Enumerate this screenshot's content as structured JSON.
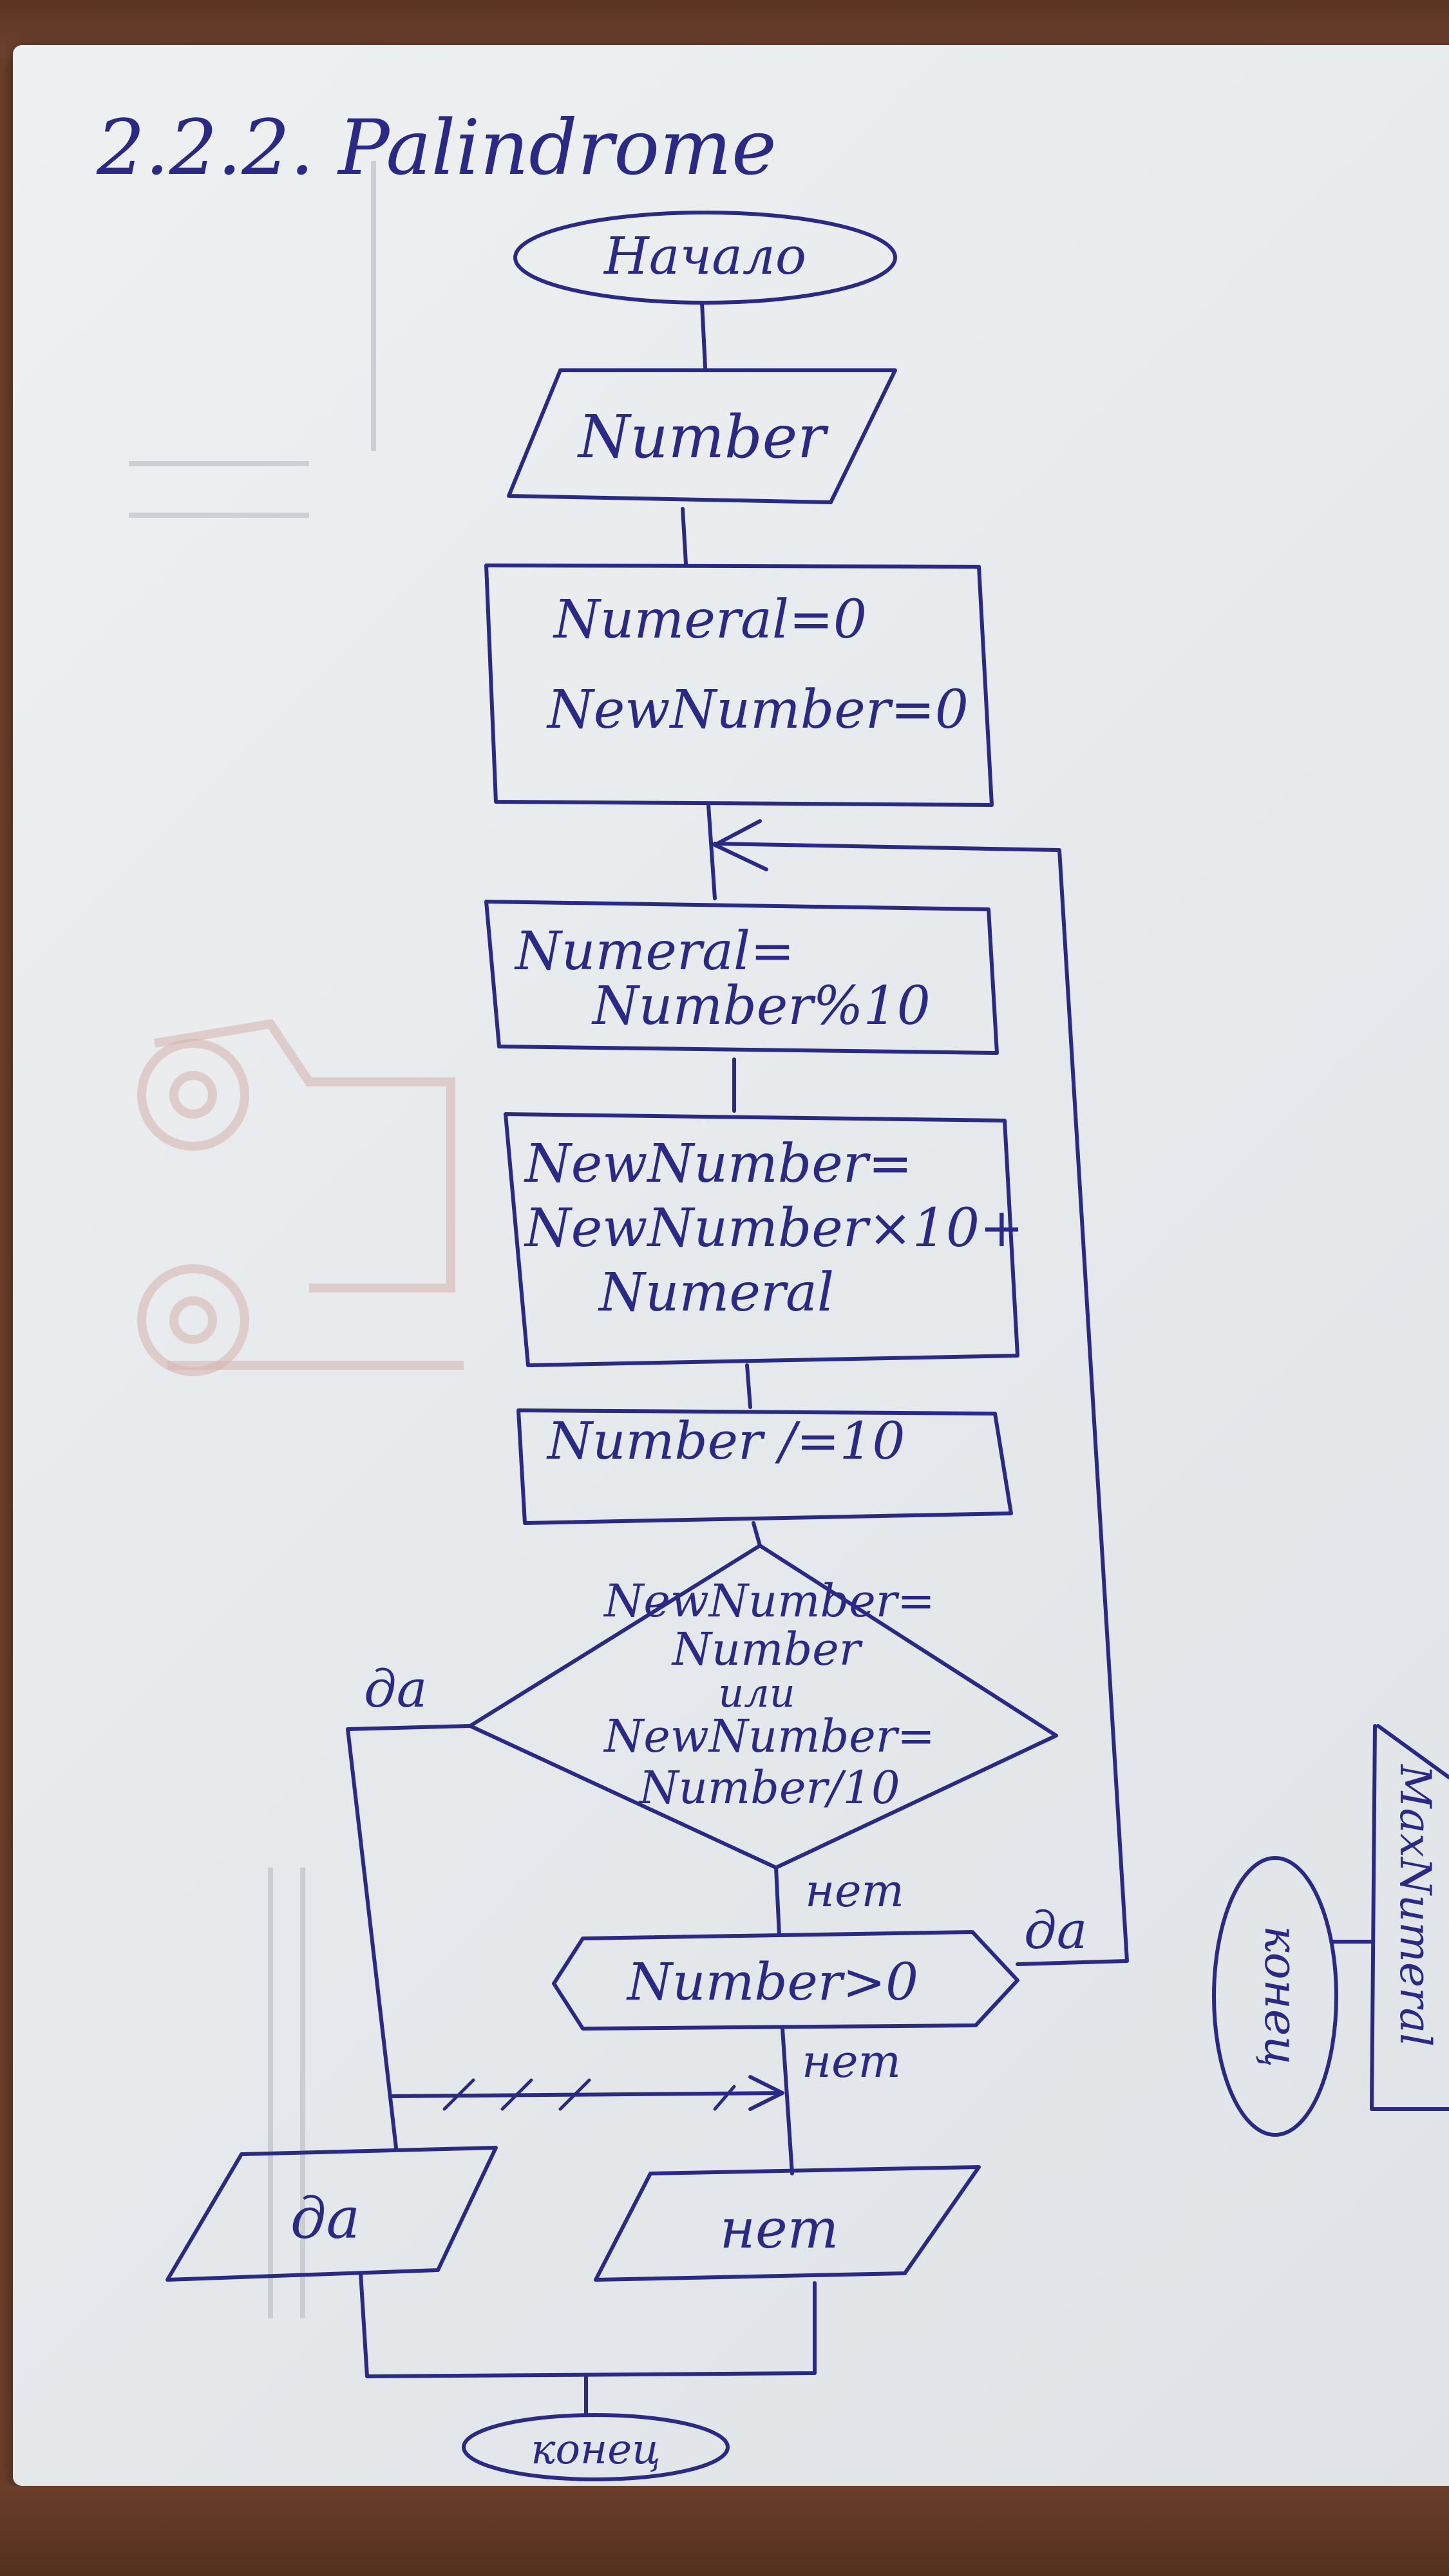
{
  "title": "2.2.2. Palindrome",
  "flowchart": {
    "start": "Начало",
    "input": "Number",
    "init": [
      "Numeral=0",
      "NewNumber=0"
    ],
    "step_numeral": [
      "Numeral=",
      "Number%10"
    ],
    "step_newnumber": [
      "NewNumber=",
      "NewNumber×10+",
      "Numeral"
    ],
    "step_divide": "Number /=10",
    "condition_palindrome": [
      "NewNumber=",
      "Number",
      "или",
      "NewNumber=",
      "Number/10"
    ],
    "condition_loop": "Number>0",
    "label_yes": "да",
    "label_no": "нет",
    "output_yes": "да",
    "output_no": "нет",
    "end": "конец"
  },
  "side_fragment": {
    "end": "конец",
    "output": "MaxNumeral"
  }
}
